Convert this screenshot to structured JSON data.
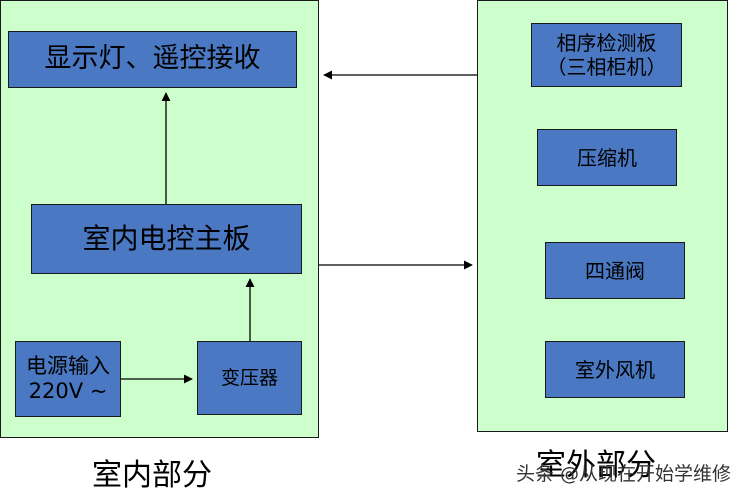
{
  "indoor": {
    "section_label": "室内部分",
    "display_box": "显示灯、遥控接收",
    "mainboard_box": "室内电控主板",
    "power_box_line1": "电源输入",
    "power_box_line2": "220V ~",
    "transformer_box": "变压器"
  },
  "outdoor": {
    "section_label": "室外部分",
    "phase_box_line1": "相序检测板",
    "phase_box_line2": "（三相柜机）",
    "compressor_box": "压缩机",
    "valve_box": "四通阀",
    "fan_box": "室外风机"
  },
  "watermark": "头条 @从现在开始学维修",
  "colors": {
    "panel_fill": "#ccffcc",
    "box_fill": "#4a78c2"
  }
}
